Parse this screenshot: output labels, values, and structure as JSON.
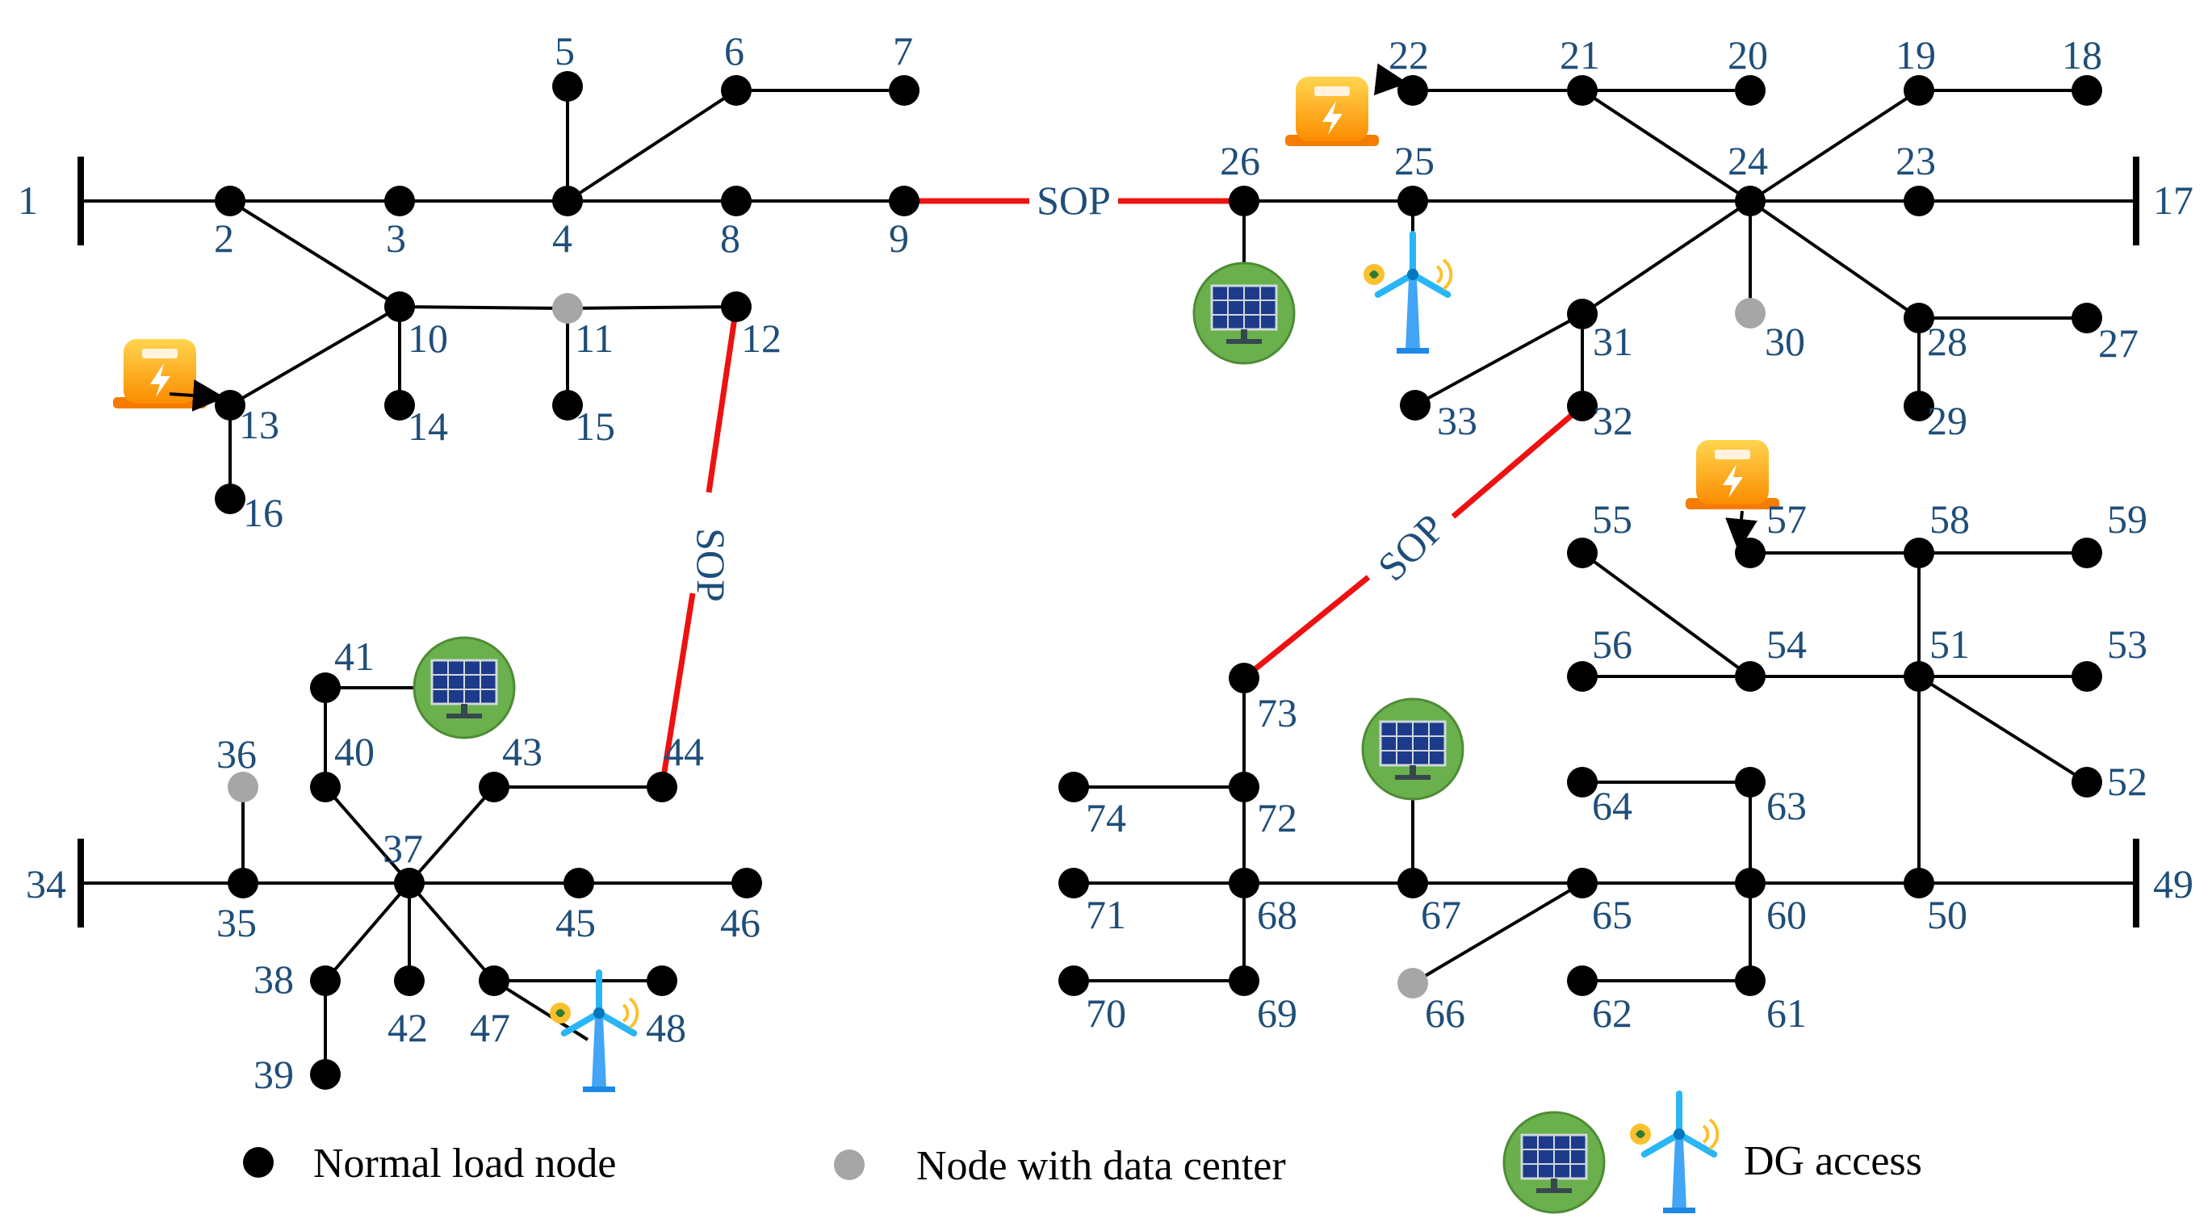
{
  "nodes": [
    {
      "id": "1",
      "type": "normal"
    },
    {
      "id": "2",
      "type": "normal"
    },
    {
      "id": "3",
      "type": "normal"
    },
    {
      "id": "4",
      "type": "normal"
    },
    {
      "id": "5",
      "type": "normal"
    },
    {
      "id": "6",
      "type": "normal"
    },
    {
      "id": "7",
      "type": "normal"
    },
    {
      "id": "8",
      "type": "normal"
    },
    {
      "id": "9",
      "type": "normal"
    },
    {
      "id": "10",
      "type": "normal"
    },
    {
      "id": "11",
      "type": "data_center"
    },
    {
      "id": "12",
      "type": "normal"
    },
    {
      "id": "13",
      "type": "normal"
    },
    {
      "id": "14",
      "type": "normal"
    },
    {
      "id": "15",
      "type": "normal"
    },
    {
      "id": "16",
      "type": "normal"
    },
    {
      "id": "17",
      "type": "normal"
    },
    {
      "id": "18",
      "type": "normal"
    },
    {
      "id": "19",
      "type": "normal"
    },
    {
      "id": "20",
      "type": "normal"
    },
    {
      "id": "21",
      "type": "normal"
    },
    {
      "id": "22",
      "type": "normal"
    },
    {
      "id": "23",
      "type": "normal"
    },
    {
      "id": "24",
      "type": "normal"
    },
    {
      "id": "25",
      "type": "normal"
    },
    {
      "id": "26",
      "type": "normal"
    },
    {
      "id": "27",
      "type": "normal"
    },
    {
      "id": "28",
      "type": "normal"
    },
    {
      "id": "29",
      "type": "normal"
    },
    {
      "id": "30",
      "type": "data_center"
    },
    {
      "id": "31",
      "type": "normal"
    },
    {
      "id": "32",
      "type": "normal"
    },
    {
      "id": "33",
      "type": "normal"
    },
    {
      "id": "34",
      "type": "normal"
    },
    {
      "id": "35",
      "type": "normal"
    },
    {
      "id": "36",
      "type": "data_center"
    },
    {
      "id": "37",
      "type": "normal"
    },
    {
      "id": "38",
      "type": "normal"
    },
    {
      "id": "39",
      "type": "normal"
    },
    {
      "id": "40",
      "type": "normal"
    },
    {
      "id": "41",
      "type": "normal"
    },
    {
      "id": "42",
      "type": "normal"
    },
    {
      "id": "43",
      "type": "normal"
    },
    {
      "id": "44",
      "type": "normal"
    },
    {
      "id": "45",
      "type": "normal"
    },
    {
      "id": "46",
      "type": "normal"
    },
    {
      "id": "47",
      "type": "normal"
    },
    {
      "id": "48",
      "type": "normal"
    },
    {
      "id": "49",
      "type": "normal"
    },
    {
      "id": "50",
      "type": "normal"
    },
    {
      "id": "51",
      "type": "normal"
    },
    {
      "id": "52",
      "type": "normal"
    },
    {
      "id": "53",
      "type": "normal"
    },
    {
      "id": "54",
      "type": "normal"
    },
    {
      "id": "55",
      "type": "normal"
    },
    {
      "id": "56",
      "type": "normal"
    },
    {
      "id": "57",
      "type": "normal"
    },
    {
      "id": "58",
      "type": "normal"
    },
    {
      "id": "59",
      "type": "normal"
    },
    {
      "id": "60",
      "type": "normal"
    },
    {
      "id": "61",
      "type": "normal"
    },
    {
      "id": "62",
      "type": "normal"
    },
    {
      "id": "63",
      "type": "normal"
    },
    {
      "id": "64",
      "type": "normal"
    },
    {
      "id": "65",
      "type": "normal"
    },
    {
      "id": "66",
      "type": "data_center"
    },
    {
      "id": "67",
      "type": "normal"
    },
    {
      "id": "68",
      "type": "normal"
    },
    {
      "id": "69",
      "type": "normal"
    },
    {
      "id": "70",
      "type": "normal"
    },
    {
      "id": "71",
      "type": "normal"
    },
    {
      "id": "72",
      "type": "normal"
    },
    {
      "id": "73",
      "type": "normal"
    },
    {
      "id": "74",
      "type": "normal"
    }
  ],
  "edges": [
    [
      "1",
      "2"
    ],
    [
      "2",
      "3"
    ],
    [
      "3",
      "4"
    ],
    [
      "4",
      "8"
    ],
    [
      "8",
      "9"
    ],
    [
      "4",
      "5"
    ],
    [
      "4",
      "6"
    ],
    [
      "6",
      "7"
    ],
    [
      "2",
      "10"
    ],
    [
      "10",
      "11"
    ],
    [
      "11",
      "12"
    ],
    [
      "10",
      "13"
    ],
    [
      "10",
      "14"
    ],
    [
      "11",
      "15"
    ],
    [
      "13",
      "16"
    ],
    [
      "26",
      "25"
    ],
    [
      "25",
      "24"
    ],
    [
      "24",
      "23"
    ],
    [
      "23",
      "17"
    ],
    [
      "22",
      "21"
    ],
    [
      "21",
      "20"
    ],
    [
      "21",
      "24"
    ],
    [
      "24",
      "19"
    ],
    [
      "19",
      "18"
    ],
    [
      "24",
      "28"
    ],
    [
      "28",
      "27"
    ],
    [
      "28",
      "29"
    ],
    [
      "24",
      "30"
    ],
    [
      "24",
      "31"
    ],
    [
      "31",
      "33"
    ],
    [
      "31",
      "32"
    ],
    [
      "34",
      "35"
    ],
    [
      "35",
      "37"
    ],
    [
      "37",
      "45"
    ],
    [
      "45",
      "46"
    ],
    [
      "35",
      "36"
    ],
    [
      "37",
      "40"
    ],
    [
      "40",
      "41"
    ],
    [
      "37",
      "43"
    ],
    [
      "43",
      "44"
    ],
    [
      "37",
      "38"
    ],
    [
      "38",
      "39"
    ],
    [
      "37",
      "42"
    ],
    [
      "37",
      "47"
    ],
    [
      "47",
      "48"
    ],
    [
      "74",
      "72"
    ],
    [
      "72",
      "73"
    ],
    [
      "72",
      "68"
    ],
    [
      "71",
      "68"
    ],
    [
      "68",
      "67"
    ],
    [
      "67",
      "65"
    ],
    [
      "65",
      "60"
    ],
    [
      "60",
      "50"
    ],
    [
      "50",
      "49"
    ],
    [
      "68",
      "69"
    ],
    [
      "69",
      "70"
    ],
    [
      "65",
      "66"
    ],
    [
      "64",
      "63"
    ],
    [
      "63",
      "60"
    ],
    [
      "60",
      "61"
    ],
    [
      "61",
      "62"
    ],
    [
      "50",
      "51"
    ],
    [
      "51",
      "54"
    ],
    [
      "54",
      "55"
    ],
    [
      "56",
      "54"
    ],
    [
      "51",
      "53"
    ],
    [
      "51",
      "52"
    ],
    [
      "51",
      "58"
    ],
    [
      "57",
      "58"
    ],
    [
      "58",
      "59"
    ]
  ],
  "sops": [
    {
      "from": "9",
      "to": "26",
      "label": "SOP"
    },
    {
      "from": "12",
      "to": "44",
      "label": "SOP"
    },
    {
      "from": "32",
      "to": "73",
      "label": "SOP"
    }
  ],
  "chargers": [
    "13",
    "22",
    "57"
  ],
  "dg": [
    {
      "node": "26",
      "kind": "solar"
    },
    {
      "node": "25",
      "kind": "wind"
    },
    {
      "node": "41",
      "kind": "solar"
    },
    {
      "node": "47",
      "kind": "wind"
    },
    {
      "node": "67",
      "kind": "solar"
    }
  ],
  "substations": [
    "1",
    "17",
    "34",
    "49"
  ],
  "legend": {
    "normal": "Normal load node",
    "data_center": "Node with data center",
    "dg": "DG access"
  },
  "colors": {
    "normal_node": "#000000",
    "data_center_node": "#a6a6a6",
    "sop_line": "#ee1111",
    "label": "#1f4e79",
    "line": "#000000"
  }
}
